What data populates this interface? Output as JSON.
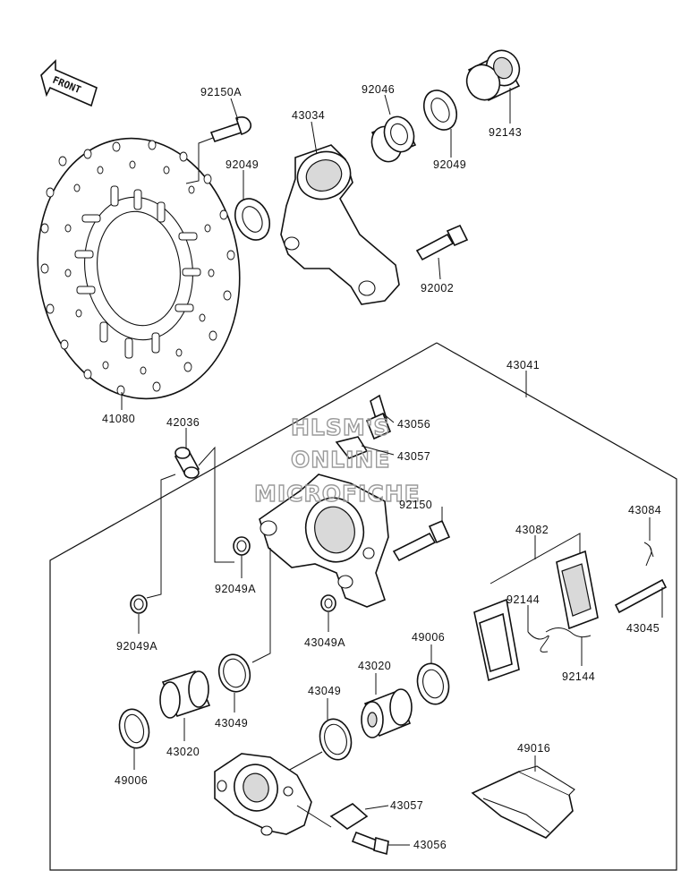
{
  "front_label": "FRONT",
  "watermark": [
    "HLSM'S",
    "ONLINE",
    "MICROFICHE"
  ],
  "parts": {
    "p41080": "41080",
    "p92150A": "92150A",
    "p43034": "43034",
    "p92046": "92046",
    "p92143": "92143",
    "p92049_top": "92049",
    "p92049_mid": "92049",
    "p92002": "92002",
    "p43041": "43041",
    "p42036": "42036",
    "p43056_top": "43056",
    "p43057_top": "43057",
    "p92150": "92150",
    "p43084": "43084",
    "p43082": "43082",
    "p92049A_a": "92049A",
    "p92049A_b": "92049A",
    "p43049A": "43049A",
    "p92144_a": "92144",
    "p92144_b": "92144",
    "p43045": "43045",
    "p49006_right": "49006",
    "p43020_right": "43020",
    "p43049_right": "43049",
    "p43049_left": "43049",
    "p43020_left": "43020",
    "p49006_left": "49006",
    "p49016": "49016",
    "p43057_bot": "43057",
    "p43056_bot": "43056"
  }
}
